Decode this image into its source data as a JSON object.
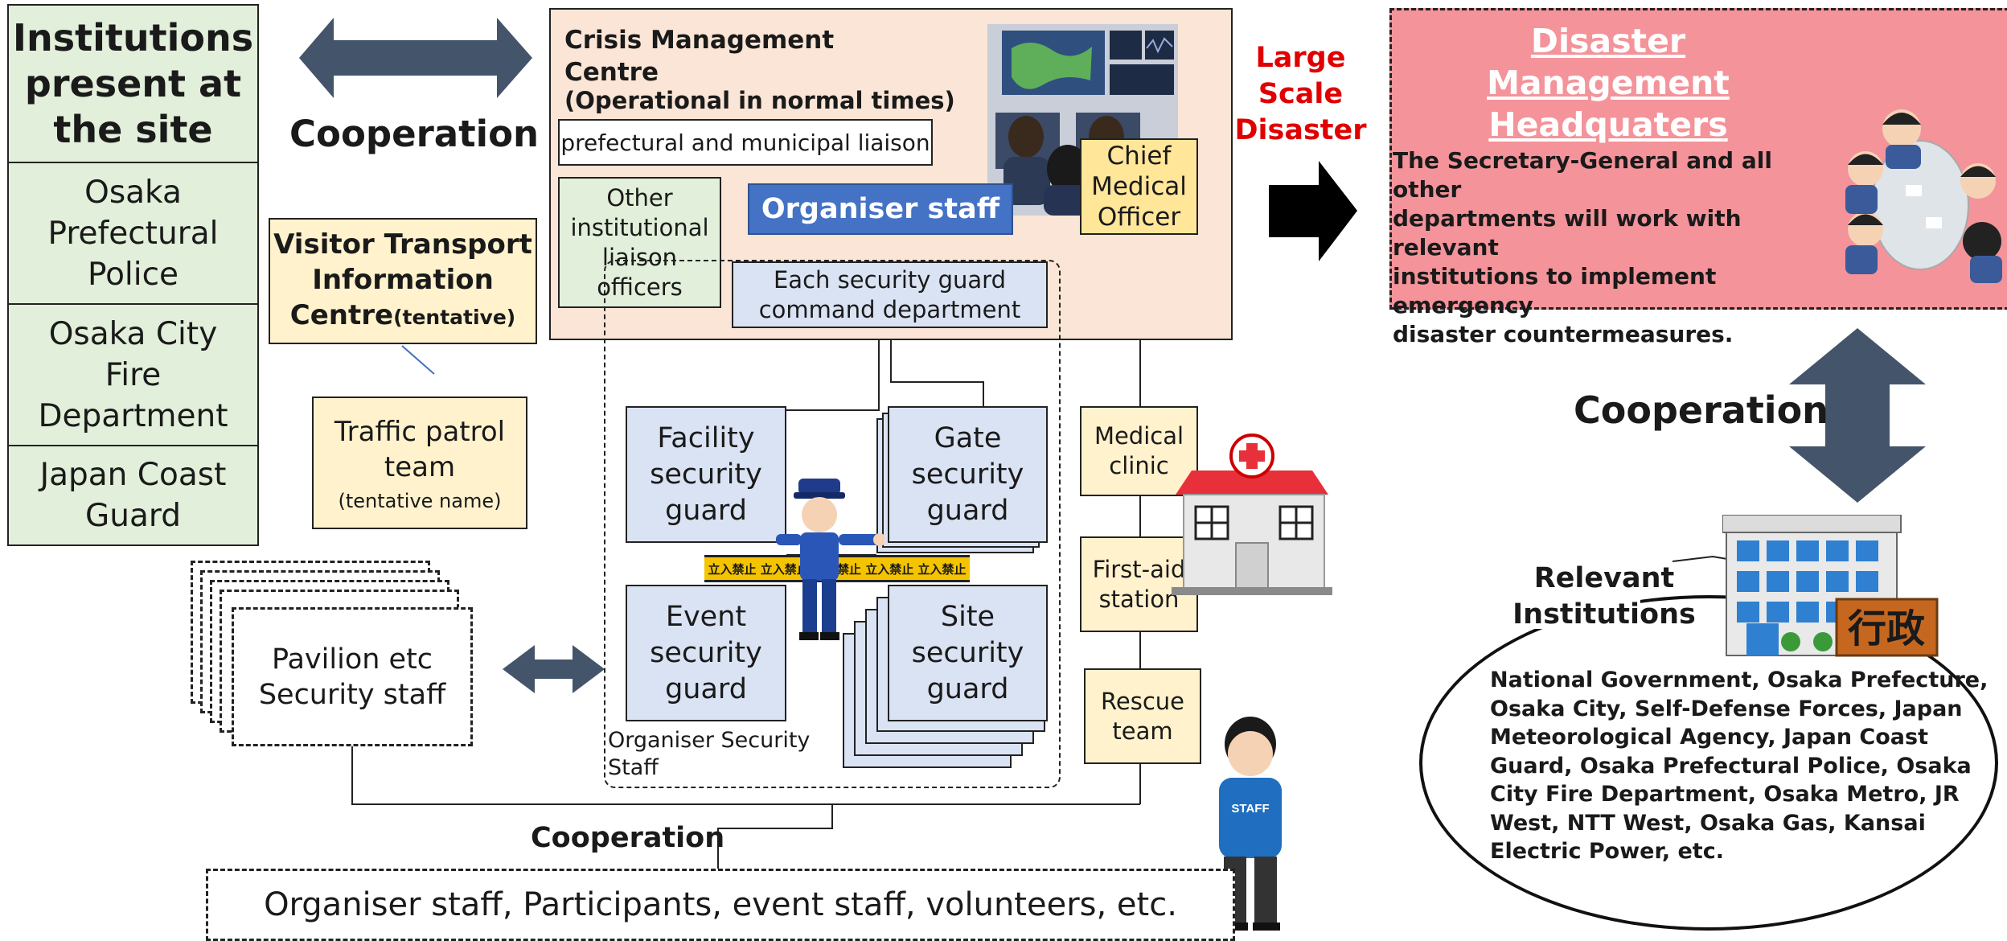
{
  "institutions": {
    "title": "Institutions\npresent at\nthe site",
    "items": [
      "Osaka\nPrefectural\nPolice",
      "Osaka City\nFire\nDepartment",
      "Japan Coast\nGuard"
    ]
  },
  "cooperation": {
    "top": "Cooperation",
    "right": "Cooperation",
    "bottom": "Cooperation"
  },
  "crisis_centre": {
    "title": "Crisis Management\nCentre",
    "subtitle": "(Operational in normal times)",
    "liaison": "prefectural and municipal liaison",
    "other_liaison": "Other\ninstitutional\nliaison\nofficers",
    "organiser_staff": "Organiser staff",
    "chief_medical": "Chief\nMedical\nOfficer",
    "command_dept": "Each security guard\ncommand department"
  },
  "visitor_transport": {
    "main": "Visitor Transport\nInformation\nCentre",
    "suffix": "(tentative)"
  },
  "traffic_patrol": {
    "main": "Traffic patrol\nteam",
    "sub": "(tentative name)"
  },
  "guards": {
    "facility": "Facility\nsecurity\nguard",
    "gate": "Gate\nsecurity\nguard",
    "event": "Event\nsecurity\nguard",
    "site": "Site\nsecurity\nguard",
    "group_label": "Organiser Security\nStaff",
    "tape_text": "立入禁止 立入禁止 立入禁止 立入禁止 立入禁止"
  },
  "pavilion": "Pavilion etc\nSecurity staff",
  "medical": {
    "clinic": "Medical\nclinic",
    "first_aid": "First-aid\nstation",
    "rescue": "Rescue\nteam"
  },
  "bottom_box": "Organiser staff, Participants, event staff, volunteers, etc.",
  "large_scale": "Large\nScale\nDisaster",
  "hq": {
    "title": "Disaster Management\nHeadquaters",
    "body": "The Secretary-General and all other\ndepartments will work with relevant\ninstitutions to implement emergency\ndisaster countermeasures."
  },
  "relevant": {
    "title": "Relevant\nInstitutions",
    "sign": "行政",
    "body": "National Government, Osaka Prefecture,\nOsaka City, Self-Defense Forces, Japan\nMeteorological Agency, Japan Coast\nGuard, Osaka Prefectural Police, Osaka\nCity Fire Department, Osaka Metro, JR\nWest, NTT West, Osaka Gas, Kansai\nElectric Power, etc."
  },
  "staff_badge": "STAFF",
  "colors": {
    "arrow": "#44546a",
    "disaster_red": "#e00000",
    "hq_fill": "#f4939a",
    "organiser_blue": "#4472c4",
    "centre_fill": "#fbe5d6"
  }
}
